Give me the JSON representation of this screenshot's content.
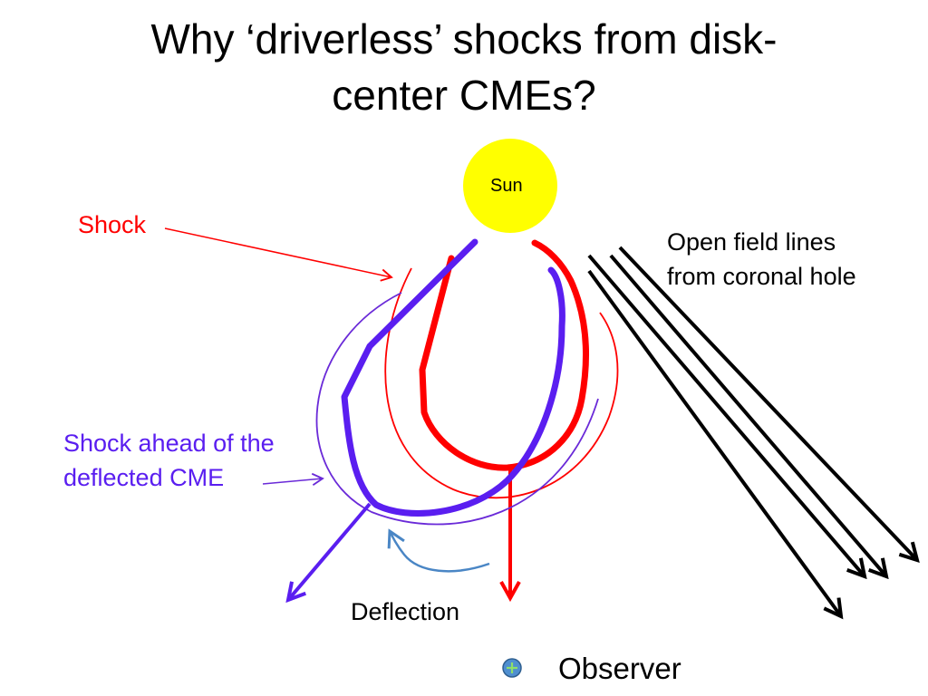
{
  "slide": {
    "title_line1": "Why ‘driverless’ shocks from disk-",
    "title_line2": "center CMEs?"
  },
  "labels": {
    "sun": "Sun",
    "shock": "Shock",
    "open_field_line1": "Open field lines",
    "open_field_line2": "from coronal hole",
    "shock_ahead_line1": "Shock ahead of the",
    "shock_ahead_line2": "deflected CME",
    "deflection": "Deflection",
    "observer": "Observer"
  },
  "colors": {
    "sun": "#ffff00",
    "cme_original": "#ff0000",
    "cme_deflected": "#5a1ef0",
    "shock_original": "#ff0000",
    "shock_deflected": "#6a2ad8",
    "field_lines": "#000000",
    "deflection_arrow": "#4a86c5",
    "observer": "#4f8fd0"
  }
}
